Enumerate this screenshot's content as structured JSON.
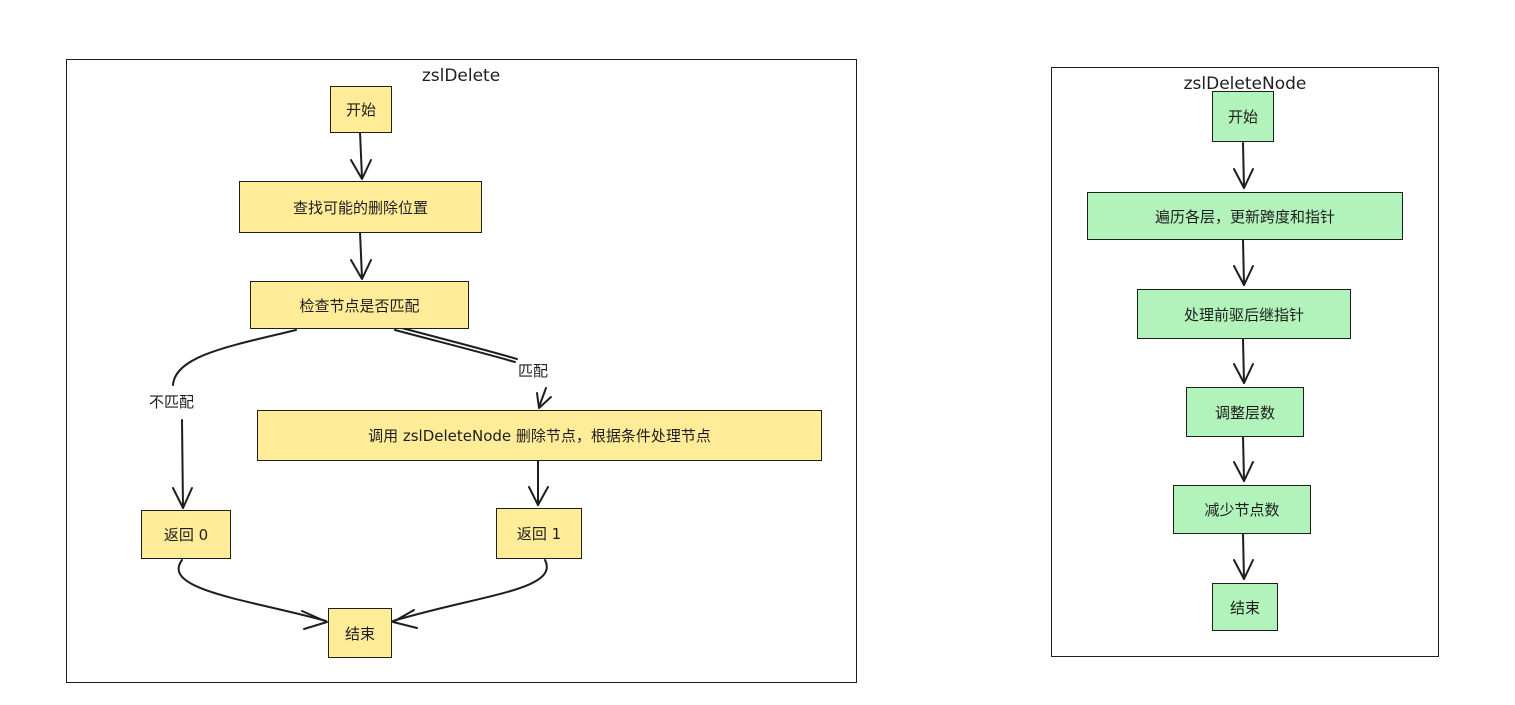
{
  "left_diagram": {
    "title": "zslDelete",
    "nodes": {
      "start": "开始",
      "find": "查找可能的删除位置",
      "check": "检查节点是否匹配",
      "call_delete": "调用 zslDeleteNode 删除节点，根据条件处理节点",
      "return0": "返回 0",
      "return1": "返回 1",
      "end": "结束"
    },
    "edge_labels": {
      "no_match": "不匹配",
      "match": "匹配"
    },
    "color": "#ffec99"
  },
  "right_diagram": {
    "title": "zslDeleteNode",
    "nodes": {
      "start": "开始",
      "traverse": "遍历各层，更新跨度和指针",
      "prev_next": "处理前驱后继指针",
      "adjust_level": "调整层数",
      "reduce_count": "减少节点数",
      "end": "结束"
    },
    "color": "#b2f2bb"
  }
}
